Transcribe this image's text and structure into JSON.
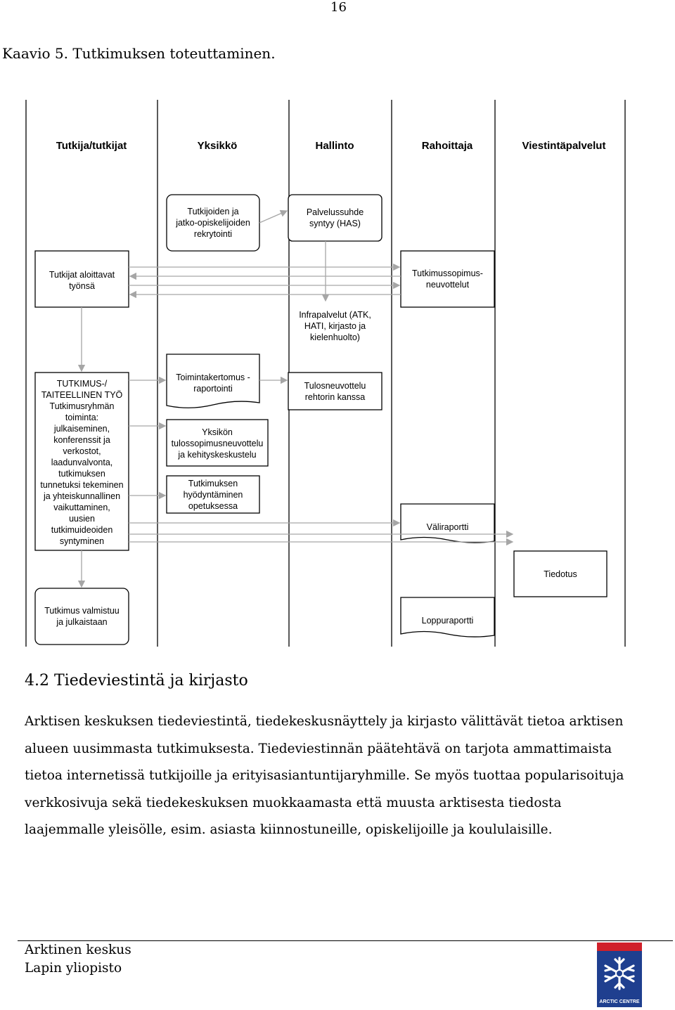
{
  "page_number": "16",
  "caption": "Kaavio 5. Tutkimuksen toteuttaminen.",
  "lanes": [
    "Tutkija/tutkijat",
    "Yksikkö",
    "Hallinto",
    "Rahoittaja",
    "Viestintäpalvelut"
  ],
  "nodes": {
    "recruitment": [
      "Tutkijoiden ja",
      "jatko-opiskelijoiden",
      "rekrytointi"
    ],
    "employment": [
      "Palvelussuhde",
      "syntyy (HAS)"
    ],
    "start_work": [
      "Tutkijat aloittavat",
      "työnsä"
    ],
    "contract_negotiations": [
      "Tutkimussopimus-",
      "neuvottelut"
    ],
    "infra": [
      "Infrapalvelut (ATK,",
      "HATI, kirjasto ja",
      "kielenhuolto)"
    ],
    "research_work": [
      "TUTKIMUS-/",
      "TAITEELLINEN TYÖ",
      "Tutkimusryhmän",
      "toiminta:",
      "julkaiseminen,",
      "konferenssit ja",
      "verkostot,",
      "laadunvalvonta,",
      "tutkimuksen",
      "tunnetuksi tekeminen",
      "ja yhteiskunnallinen",
      "vaikuttaminen,",
      "uusien",
      "tutkimuideoiden",
      "syntyminen"
    ],
    "activity_report": [
      "Toimintakertomus -",
      "raportointi"
    ],
    "result_negotiation": [
      "Tulosneuvottelu",
      "rehtorin kanssa"
    ],
    "unit_agreement": [
      "Yksikön",
      "tulossopimusneuvottelu",
      "ja kehityskeskustelu"
    ],
    "utilization": [
      "Tutkimuksen",
      "hyödyntäminen",
      "opetuksessa"
    ],
    "interim_report": [
      "Väliraportti"
    ],
    "announcement": [
      "Tiedotus"
    ],
    "research_done": [
      "Tutkimus valmistuu",
      "ja julkaistaan"
    ],
    "final_report": [
      "Loppuraportti"
    ]
  },
  "section_heading": "4.2 Tiedeviestintä ja kirjasto",
  "paragraph": "Arktisen keskuksen tiedeviestintä, tiedekeskusnäyttely ja kirjasto välittävät tietoa arktisen alueen uusimmasta tutkimuksesta. Tiedeviestinnän päätehtävä on tarjota ammattimaista tietoa internetissä tutkijoille ja erityisasiantuntijaryhmille. Se myös tuottaa popularisoituja verkkosivuja sekä tiedekeskuksen muokkaamasta että muusta arktisesta tiedosta laajemmalle yleisölle, esim. asiasta kiinnostuneille, opiskelijoille ja koululaisille.",
  "footer": {
    "line1": "Arktinen keskus",
    "line2": "Lapin yliopisto",
    "logo_text": "ARCTIC CENTRE"
  },
  "colors": {
    "logo_red": "#d0202a",
    "logo_blue": "#1f3f8f",
    "arrow_grey": "#a6a6a6"
  }
}
